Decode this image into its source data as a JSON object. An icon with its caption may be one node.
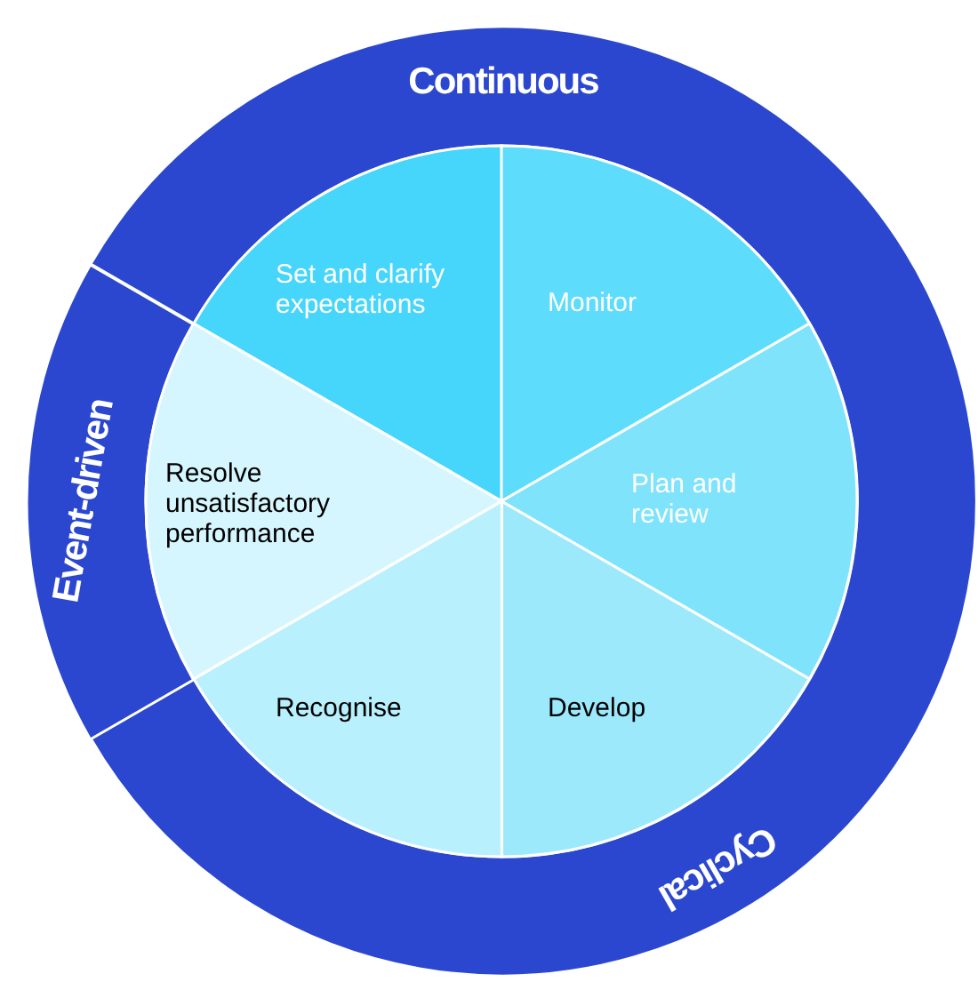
{
  "diagram": {
    "nodes": [
      {
        "text": [
          "Continuous",
          "Cyclical"
        ]
      },
      {
        "text": [
          "Event-driven"
        ]
      },
      {
        "text": [
          "Set and clarify expectations"
        ]
      },
      {
        "text": [
          "Monitor"
        ]
      },
      {
        "text": [
          "Plan and review"
        ]
      },
      {
        "text": [
          "Develop"
        ]
      },
      {
        "text": [
          "Recognise"
        ]
      },
      {
        "text": [
          "Resolve unsatisfactory performance"
        ]
      }
    ]
  }
}
